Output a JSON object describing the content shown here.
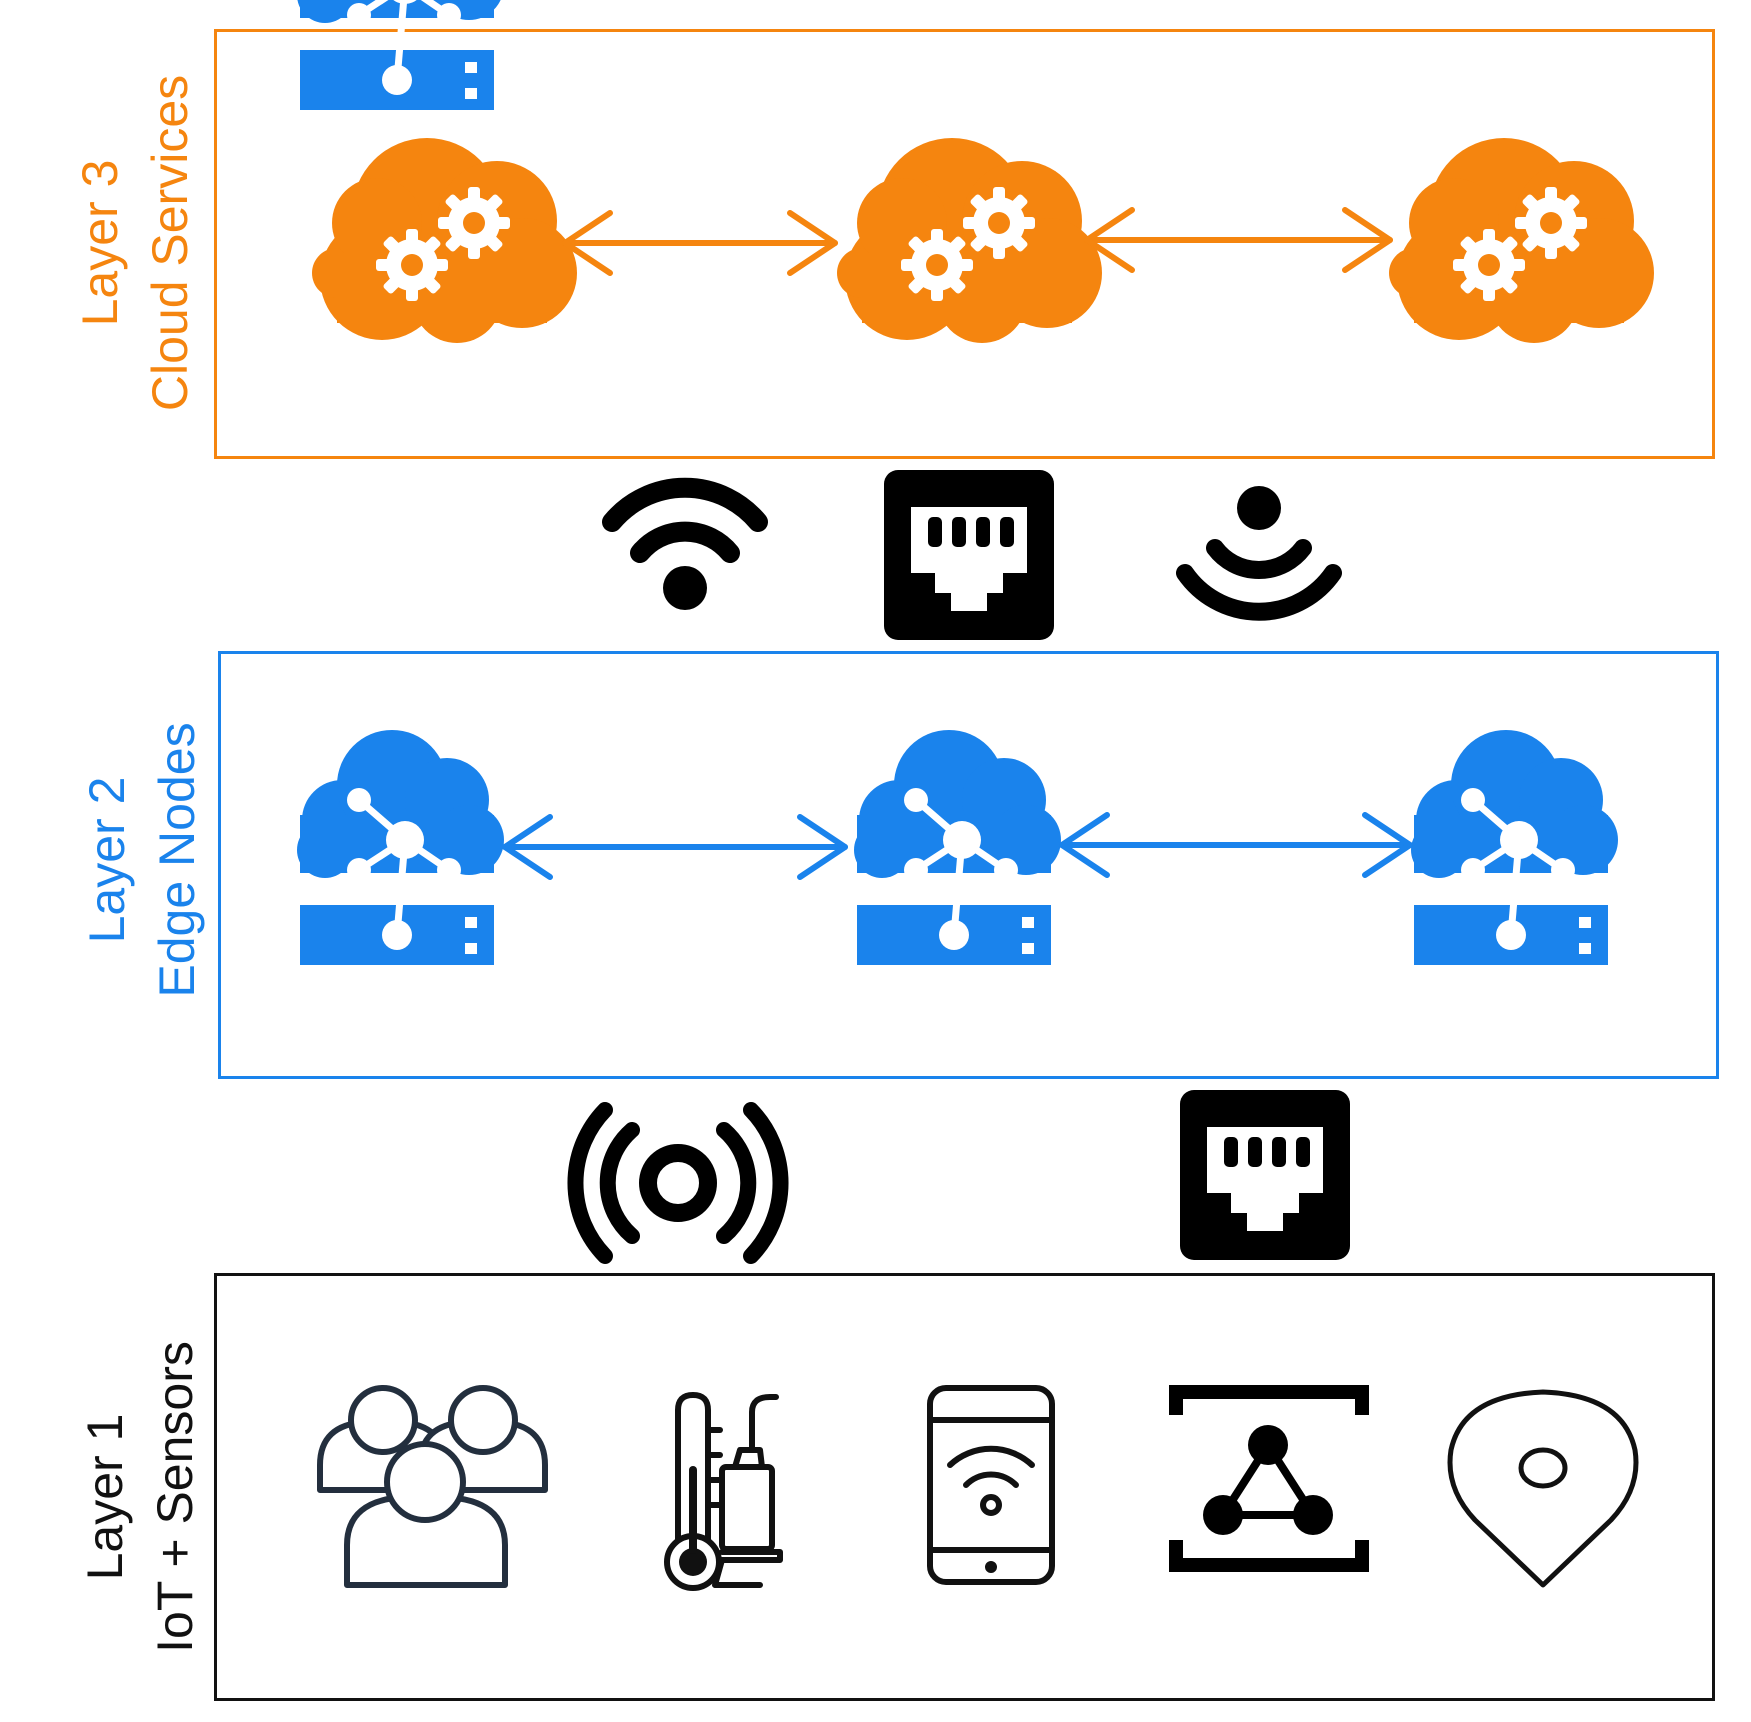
{
  "colors": {
    "cloud": "#f5850f",
    "edge": "#1a83ec",
    "iot": "#111111",
    "connector": "#000000"
  },
  "layers": [
    {
      "id": "cloud",
      "line1": "Layer 3",
      "line2": "Cloud Services",
      "nodes": [
        "cloud-gear-icon",
        "cloud-gear-icon",
        "cloud-gear-icon"
      ]
    },
    {
      "id": "edge",
      "line1": "Layer 2",
      "line2": "Edge Nodes",
      "nodes": [
        "edge-server-icon",
        "edge-server-icon",
        "edge-server-icon"
      ]
    },
    {
      "id": "iot",
      "line1": "Layer 1",
      "line2": "IoT + Sensors",
      "nodes": [
        "users-icon",
        "thermometer-sensor-icon",
        "mobile-wifi-icon",
        "network-hub-icon",
        "location-pin-icon"
      ]
    }
  ],
  "connectors": {
    "cloud_edge": [
      "wifi-icon",
      "ethernet-port-icon",
      "wireless-signal-icon"
    ],
    "edge_iot": [
      "radio-broadcast-icon",
      "ethernet-port-icon"
    ]
  }
}
